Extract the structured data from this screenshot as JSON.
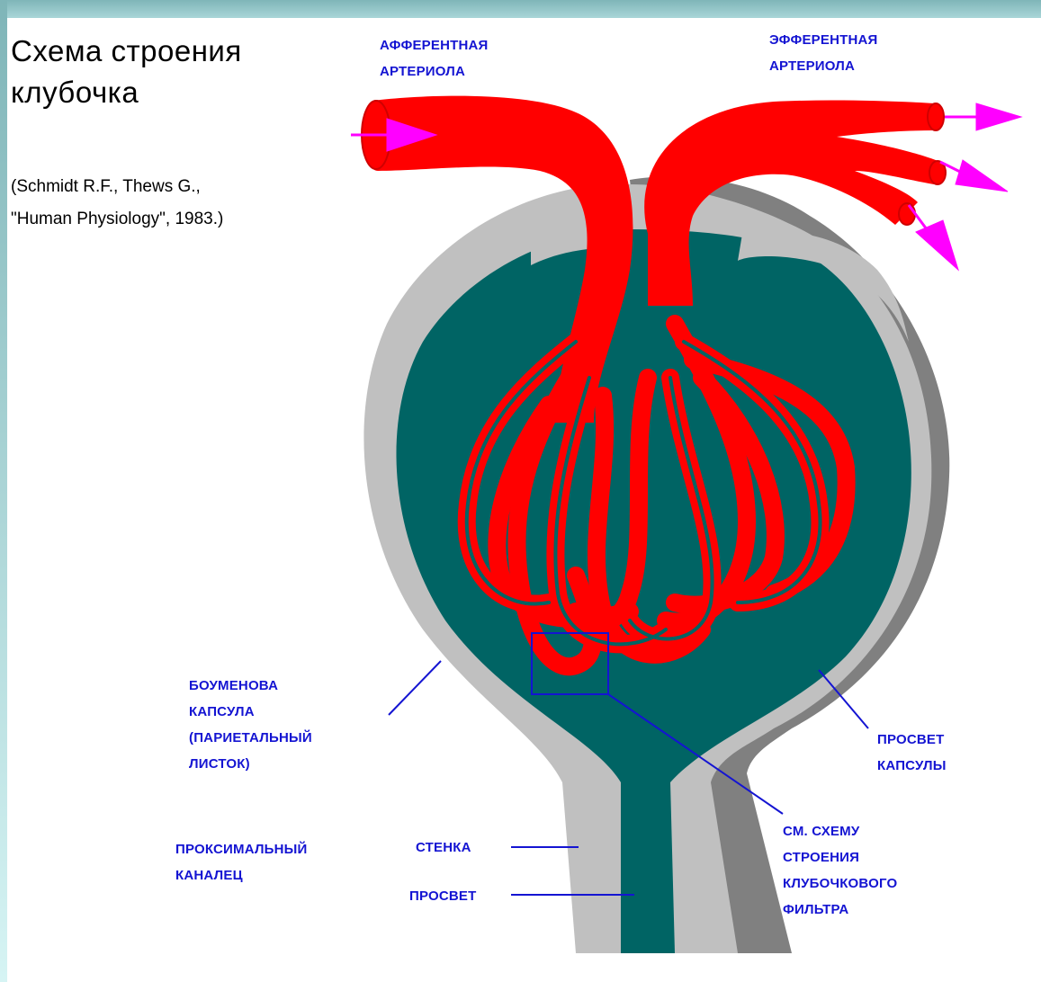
{
  "title": {
    "line1": "Схема строения",
    "line2": "клубочка"
  },
  "citation": {
    "line1": "(Schmidt R.F., Thews G.,",
    "line2": "\"Human Physiology\", 1983.)"
  },
  "labels": {
    "afferent": [
      "АФФЕРЕНТНАЯ",
      "АРТЕРИОЛА"
    ],
    "efferent": [
      "ЭФФЕРЕНТНАЯ",
      "АРТЕРИОЛА"
    ],
    "bowman": [
      "БОУМЕНОВА",
      "КАПСУЛА",
      "(ПАРИЕТАЛЬНЫЙ",
      "ЛИСТОК)"
    ],
    "lumen_capsule": [
      "ПРОСВЕТ",
      "КАПСУЛЫ"
    ],
    "proximal": [
      "ПРОКСИМАЛЬНЫЙ",
      "КАНАЛЕЦ"
    ],
    "wall": "СТЕНКА",
    "lumen": "ПРОСВЕТ",
    "see_scheme": [
      "СМ. СХЕМУ",
      "СТРОЕНИЯ",
      "КЛУБОЧКОВОГО",
      "ФИЛЬТРА"
    ]
  },
  "colors": {
    "vessel": "#ff0000",
    "lumen": "#006464",
    "capsule_light": "#c0c0c0",
    "capsule_dark": "#808080",
    "label_text": "#1414d2",
    "arrow": "#ff00ff"
  }
}
